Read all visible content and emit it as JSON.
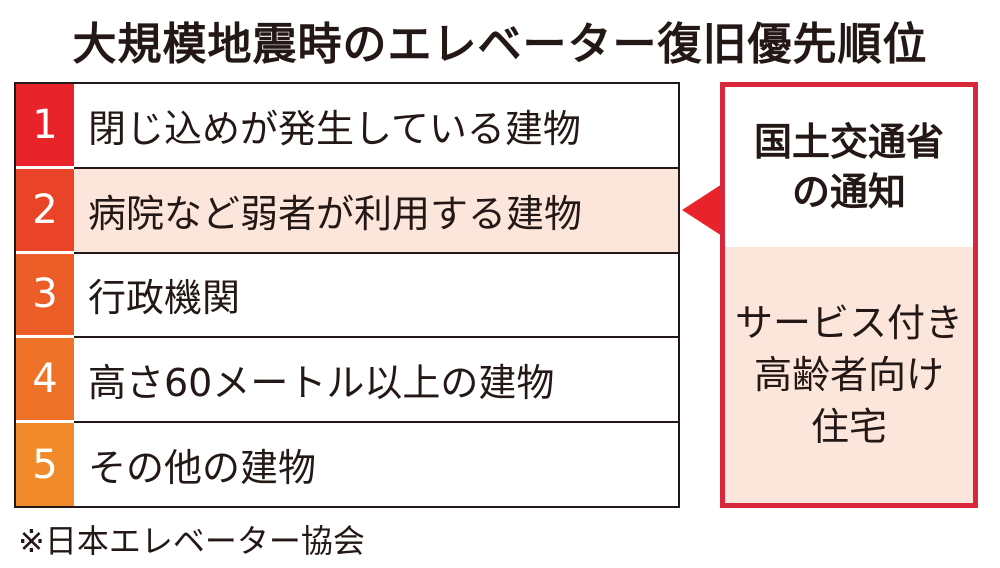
{
  "title": "大規模地震時のエレベーター復旧優先順位",
  "priorities": [
    {
      "rank": "1",
      "label": "閉じ込めが発生している建物",
      "color": "#e8242a"
    },
    {
      "rank": "2",
      "label": "病院など弱者が利用する建物",
      "color": "#ea4428"
    },
    {
      "rank": "3",
      "label": "行政機関",
      "color": "#ec5d28"
    },
    {
      "rank": "4",
      "label": "高さ60メートル以上の建物",
      "color": "#ee7329"
    },
    {
      "rank": "5",
      "label": "その他の建物",
      "color": "#f08a2a"
    }
  ],
  "notice": {
    "source_line1": "国土交通省",
    "source_line2": "の通知",
    "target_line1": "サービス付き",
    "target_line2": "高齢者向け",
    "target_line3": "住宅"
  },
  "footnote": "※日本エレベーター協会"
}
